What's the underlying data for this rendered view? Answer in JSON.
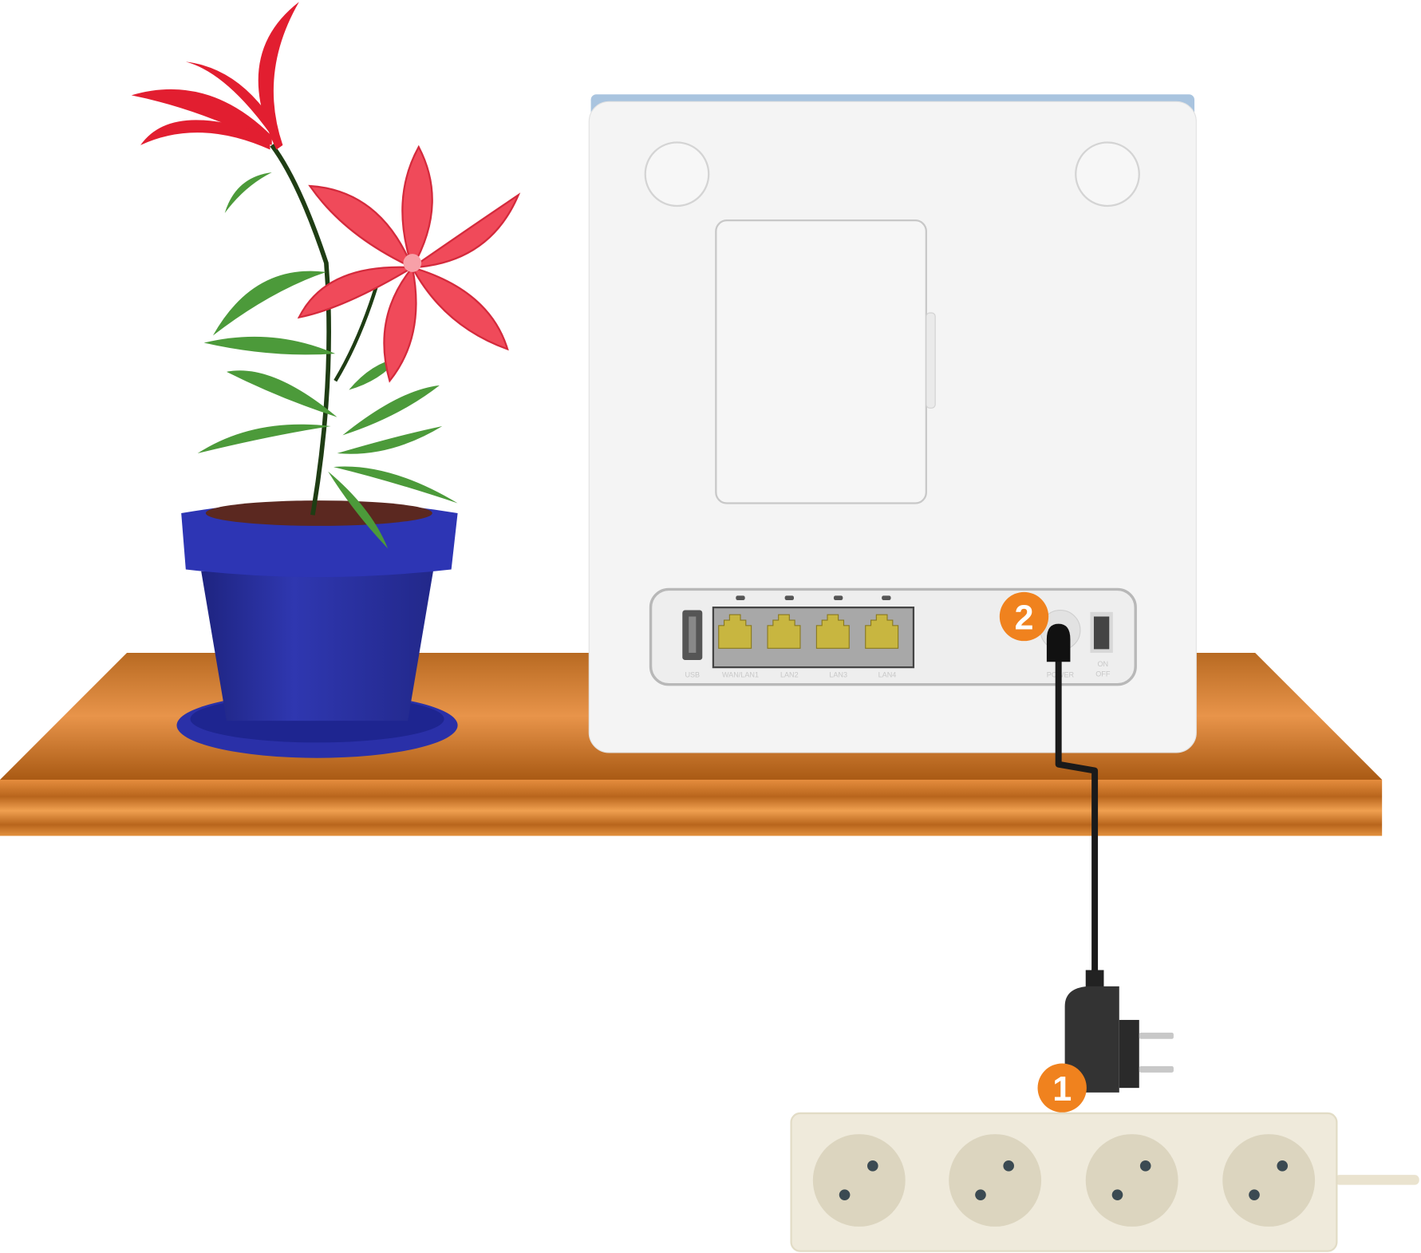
{
  "router": {
    "ports": {
      "usb": "USB",
      "wan_lan1": "WAN/LAN1",
      "lan2": "LAN2",
      "lan3": "LAN3",
      "lan4": "LAN4",
      "power": "POWER",
      "switch_on": "ON",
      "switch_off": "OFF"
    }
  },
  "steps": [
    {
      "number": "1"
    },
    {
      "number": "2"
    }
  ],
  "colors": {
    "badge": "#f0821e",
    "shelf": "#c8701f",
    "pot": "#2a2f9c",
    "flower": "#ee3148",
    "router": "#f4f4f4",
    "ethernet_port": "#c8b640",
    "power_strip": "#efeadb"
  }
}
